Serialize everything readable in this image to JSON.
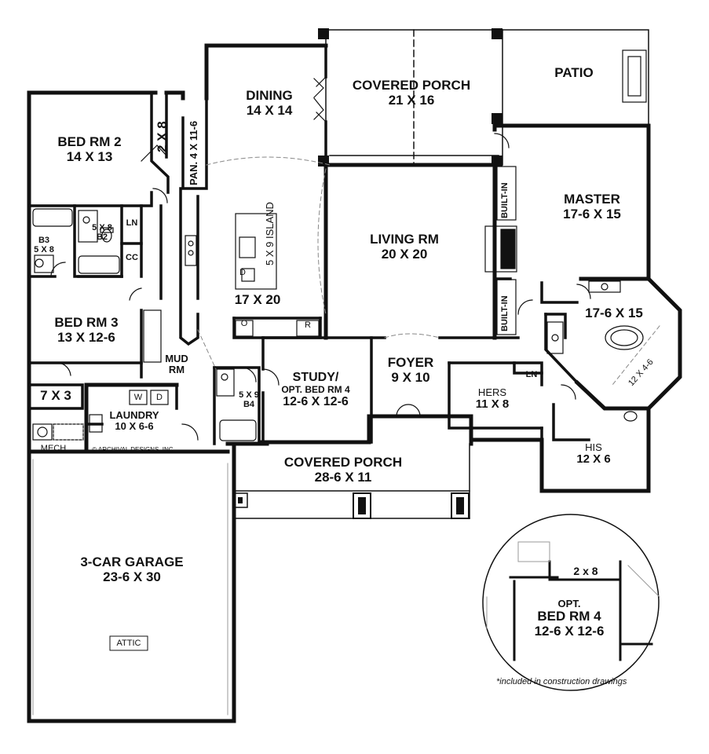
{
  "rooms": {
    "patio": "PATIO",
    "dining_name": "DINING",
    "dining_size": "14 X 14",
    "covered_porch_back_name": "COVERED PORCH",
    "covered_porch_back_size": "21 X 16",
    "bed2_name": "BED RM 2",
    "bed2_size": "14 X 13",
    "closet_2x8": "2 X 8",
    "pantry": "PAN. 4 X 11-6",
    "master_name": "MASTER",
    "master_size": "17-6 X 15",
    "built_in_top": "BUILT-IN",
    "built_in_bottom": "BUILT-IN",
    "living_name": "LIVING RM",
    "living_size": "20 X 20",
    "island": "5 X 9 ISLAND",
    "dishwasher": "D",
    "kitchen_size": "17 X 20",
    "oven": "O",
    "fridge": "R",
    "b2_size": "5 X 8",
    "b2_name": "B2",
    "ln_left": "LN",
    "cc": "CC",
    "b3_name": "B3",
    "b3_size": "5 X 8",
    "bed3_name": "BED RM 3",
    "bed3_size": "13 X 12-6",
    "mud_name": "MUD",
    "mud_name2": "RM",
    "closet_7x3": "7 X 3",
    "washer": "W",
    "dryer": "D",
    "laundry_name": "LAUNDRY",
    "laundry_size": "10 X 6-6",
    "mech": "MECH",
    "copyright": "© ARCHIVAL DESIGNS, INC.",
    "b4_size": "5 X 9",
    "b4_name": "B4",
    "study_name": "STUDY/",
    "study_sub": "OPT. BED RM 4",
    "study_size": "12-6 X 12-6",
    "foyer_name": "FOYER",
    "foyer_size": "9 X 10",
    "master_bath_size": "17-6 X 15",
    "shower_size": "12 X 4-6",
    "ln_right": "LN",
    "hers_name": "HERS",
    "hers_size": "11 X 8",
    "his_name": "HIS",
    "his_size": "12 X 6",
    "covered_porch_front_name": "COVERED PORCH",
    "covered_porch_front_size": "28-6 X 11",
    "garage_name": "3-CAR GARAGE",
    "garage_size": "23-6 X 30",
    "attic": "ATTIC"
  },
  "inset": {
    "closet": "2 x 8",
    "name": "OPT.",
    "name2": "BED RM 4",
    "size": "12-6 X 12-6",
    "note": "*included in construction drawings"
  }
}
